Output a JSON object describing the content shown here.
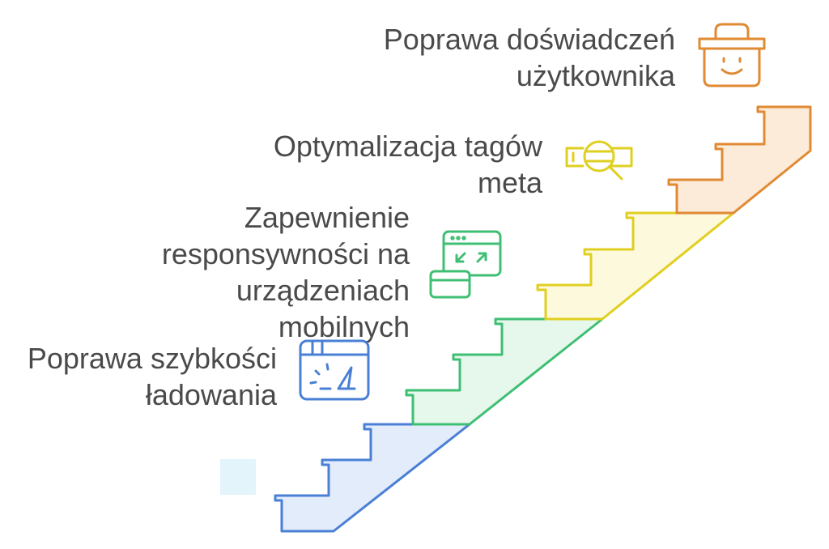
{
  "steps": [
    {
      "lines": [
        "Poprawa szybkości",
        "ładowania"
      ],
      "icon": "speedometer-browser-icon",
      "stroke": "#4a7fd6",
      "fill": "#e3ecfb"
    },
    {
      "lines": [
        "Zapewnienie",
        "responsywności na",
        "urządzeniach",
        "mobilnych"
      ],
      "icon": "responsive-windows-icon",
      "stroke": "#3fbf73",
      "fill": "#e6f7ec"
    },
    {
      "lines": [
        "Optymalizacja tagów",
        "meta"
      ],
      "icon": "tag-magnifier-icon",
      "stroke": "#e0cf20",
      "fill": "#fdf9dc"
    },
    {
      "lines": [
        "Poprawa doświadczeń",
        "użytkownika"
      ],
      "icon": "smiling-basket-icon",
      "stroke": "#e08a33",
      "fill": "#fcebd9"
    }
  ],
  "marker_color": "#e3f4fb"
}
